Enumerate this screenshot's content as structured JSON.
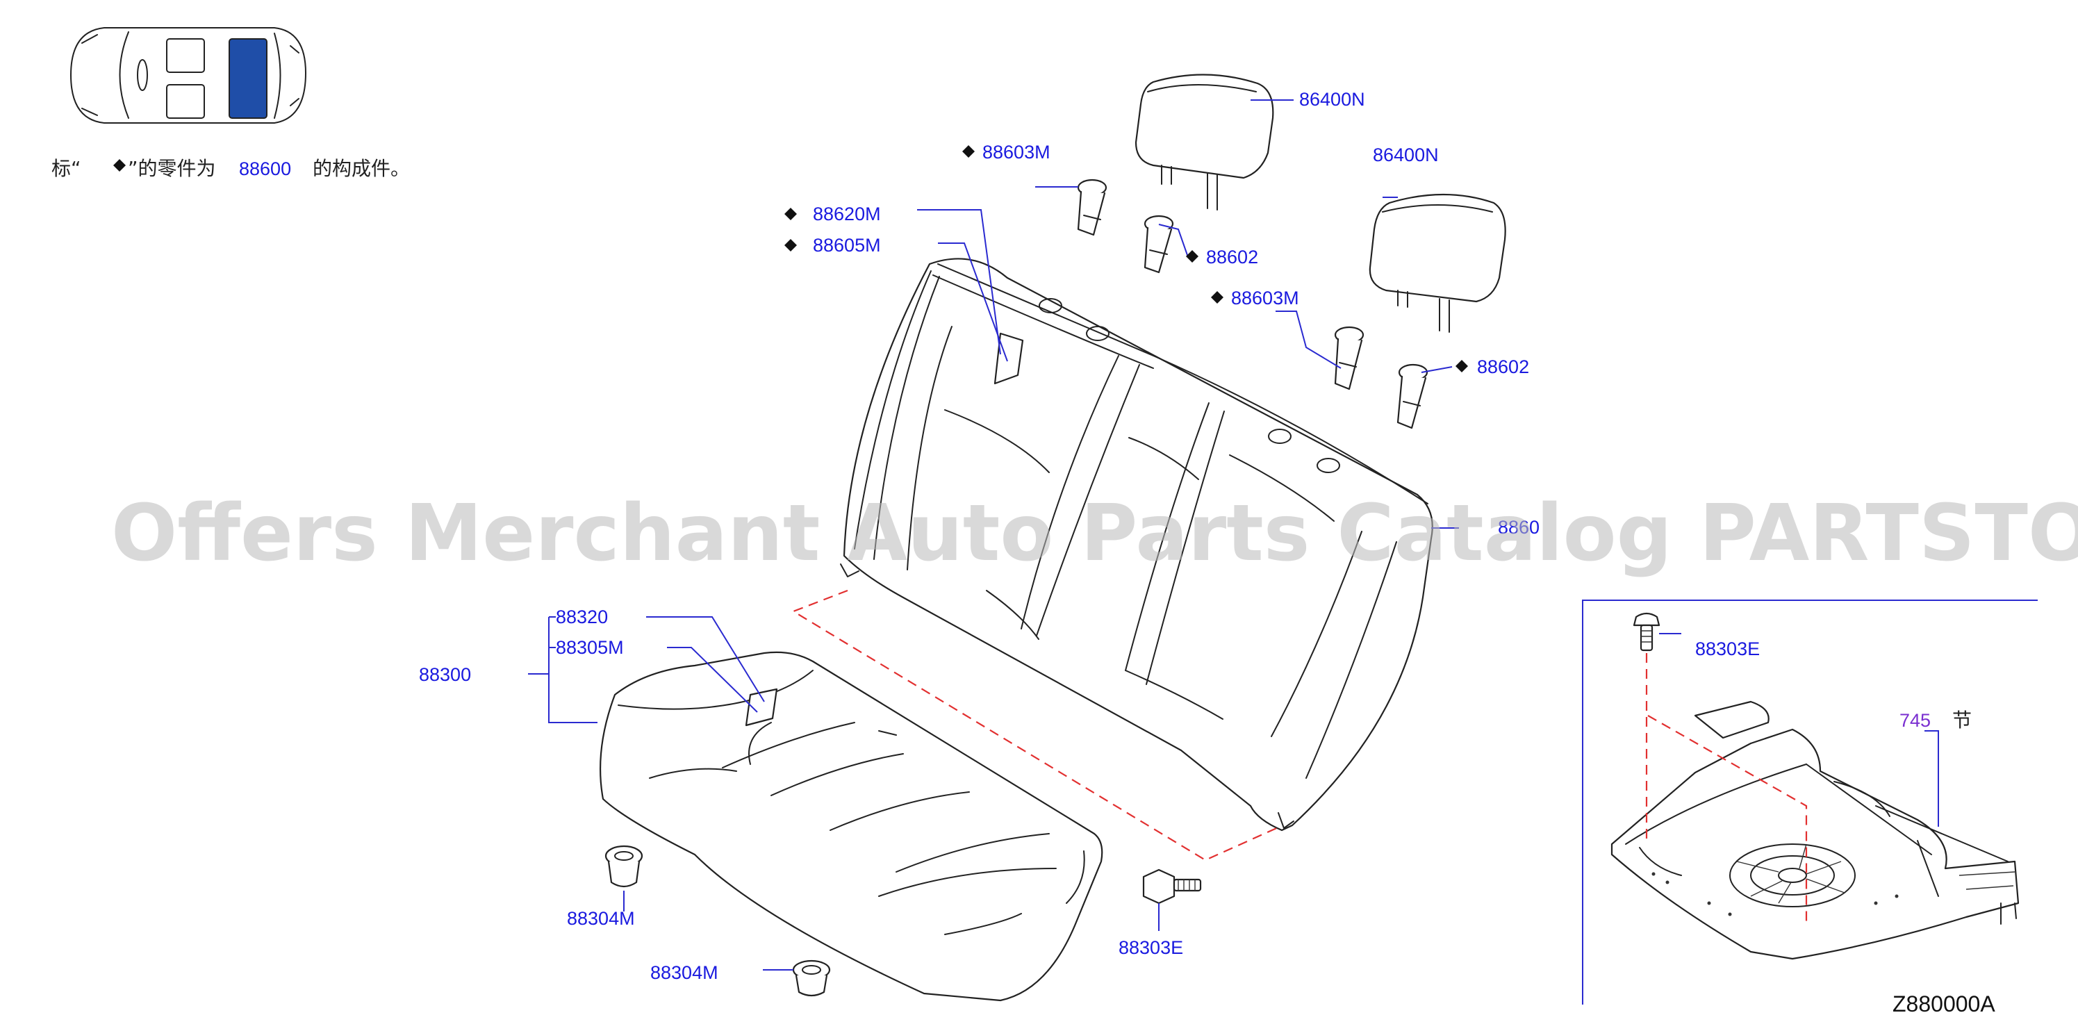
{
  "legend": {
    "prefix": "标“",
    "suffix": "”的零件为",
    "part_number": "88600",
    "tail": "的构成件。"
  },
  "callouts": {
    "headrest_right_top": "86400N",
    "headrest_second": "86400N",
    "guide_upper_left": "88603M",
    "strap_a": "88620M",
    "strap_b": "88605M",
    "guide_right_1": "88602",
    "guide_lower": "88603M",
    "guide_right_2": "88602",
    "back_partial": "8860",
    "cushion_trim": "88320",
    "cushion_strap": "88305M",
    "cushion_assy": "88300",
    "clip_1": "88304M",
    "clip_2": "88304M",
    "bolt_main": "88303E",
    "bolt_inset": "88303E",
    "floor_ref_number": "745",
    "floor_ref_suffix": "节"
  },
  "diagram_code": "Z880000A",
  "watermark": "Offers Merchant Auto Parts Catalog PARTSTORE.SA",
  "colors": {
    "label": "#1a1adf",
    "highlight_seat": "#1f4ea8",
    "watermark": "#b9b9b9",
    "assembly_link": "#e23030"
  }
}
